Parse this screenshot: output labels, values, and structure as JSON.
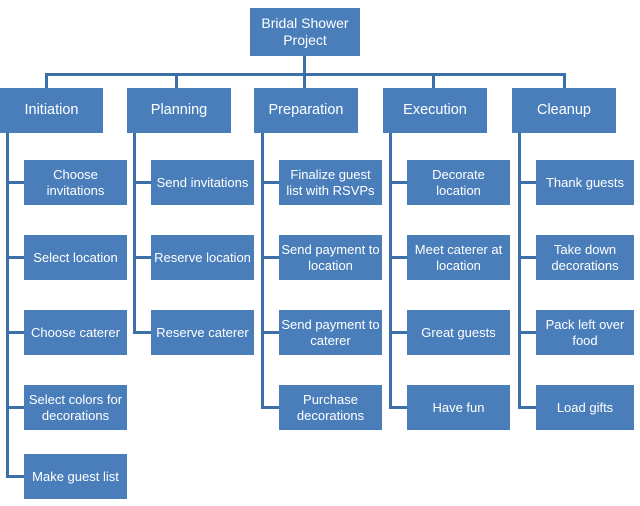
{
  "diagram": {
    "type": "work-breakdown-structure",
    "title": "Bridal Shower Project",
    "colors": {
      "box_fill": "#4A7EBB",
      "box_text": "#FFFFFF",
      "connector": "#3A6FA8",
      "background": "#FFFFFF"
    },
    "root": {
      "label": "Bridal Shower Project"
    },
    "phases": [
      {
        "id": "initiation",
        "label": "Initiation",
        "tasks": [
          {
            "label": "Choose invitations"
          },
          {
            "label": "Select location"
          },
          {
            "label": "Choose caterer"
          },
          {
            "label": "Select colors for decorations"
          },
          {
            "label": "Make guest list"
          }
        ]
      },
      {
        "id": "planning",
        "label": "Planning",
        "tasks": [
          {
            "label": "Send invitations"
          },
          {
            "label": "Reserve location"
          },
          {
            "label": "Reserve caterer"
          }
        ]
      },
      {
        "id": "preparation",
        "label": "Preparation",
        "tasks": [
          {
            "label": "Finalize guest list with RSVPs"
          },
          {
            "label": "Send payment to location"
          },
          {
            "label": "Send payment to caterer"
          },
          {
            "label": "Purchase decorations"
          }
        ]
      },
      {
        "id": "execution",
        "label": "Execution",
        "tasks": [
          {
            "label": "Decorate location"
          },
          {
            "label": "Meet caterer at location"
          },
          {
            "label": "Great guests"
          },
          {
            "label": "Have fun"
          }
        ]
      },
      {
        "id": "cleanup",
        "label": "Cleanup",
        "tasks": [
          {
            "label": "Thank guests"
          },
          {
            "label": "Take down decorations"
          },
          {
            "label": "Pack left over food"
          },
          {
            "label": "Load gifts"
          }
        ]
      }
    ]
  }
}
